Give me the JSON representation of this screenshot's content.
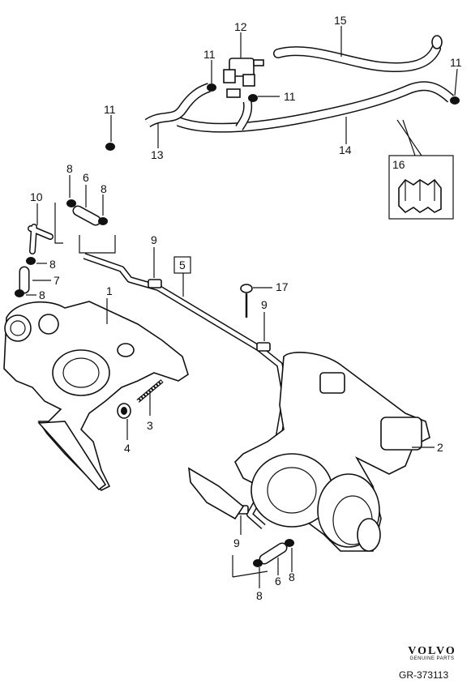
{
  "labels": {
    "p1": "1",
    "p2": "2",
    "p3": "3",
    "p4": "4",
    "p5": "5",
    "p6a": "6",
    "p6b": "6",
    "p7": "7",
    "p8a": "8",
    "p8b": "8",
    "p8c": "8",
    "p8d": "8",
    "p8e": "8",
    "p8f": "8",
    "p9a": "9",
    "p9b": "9",
    "p9c": "9",
    "p10": "10",
    "p11a": "11",
    "p11b": "11",
    "p11c": "11",
    "p11d": "11",
    "p12": "12",
    "p13": "13",
    "p14": "14",
    "p15": "15",
    "p16": "16",
    "p17": "17"
  },
  "brand": {
    "name": "VOLVO",
    "tagline": "GENUINE PARTS",
    "code": "GR-373113"
  }
}
